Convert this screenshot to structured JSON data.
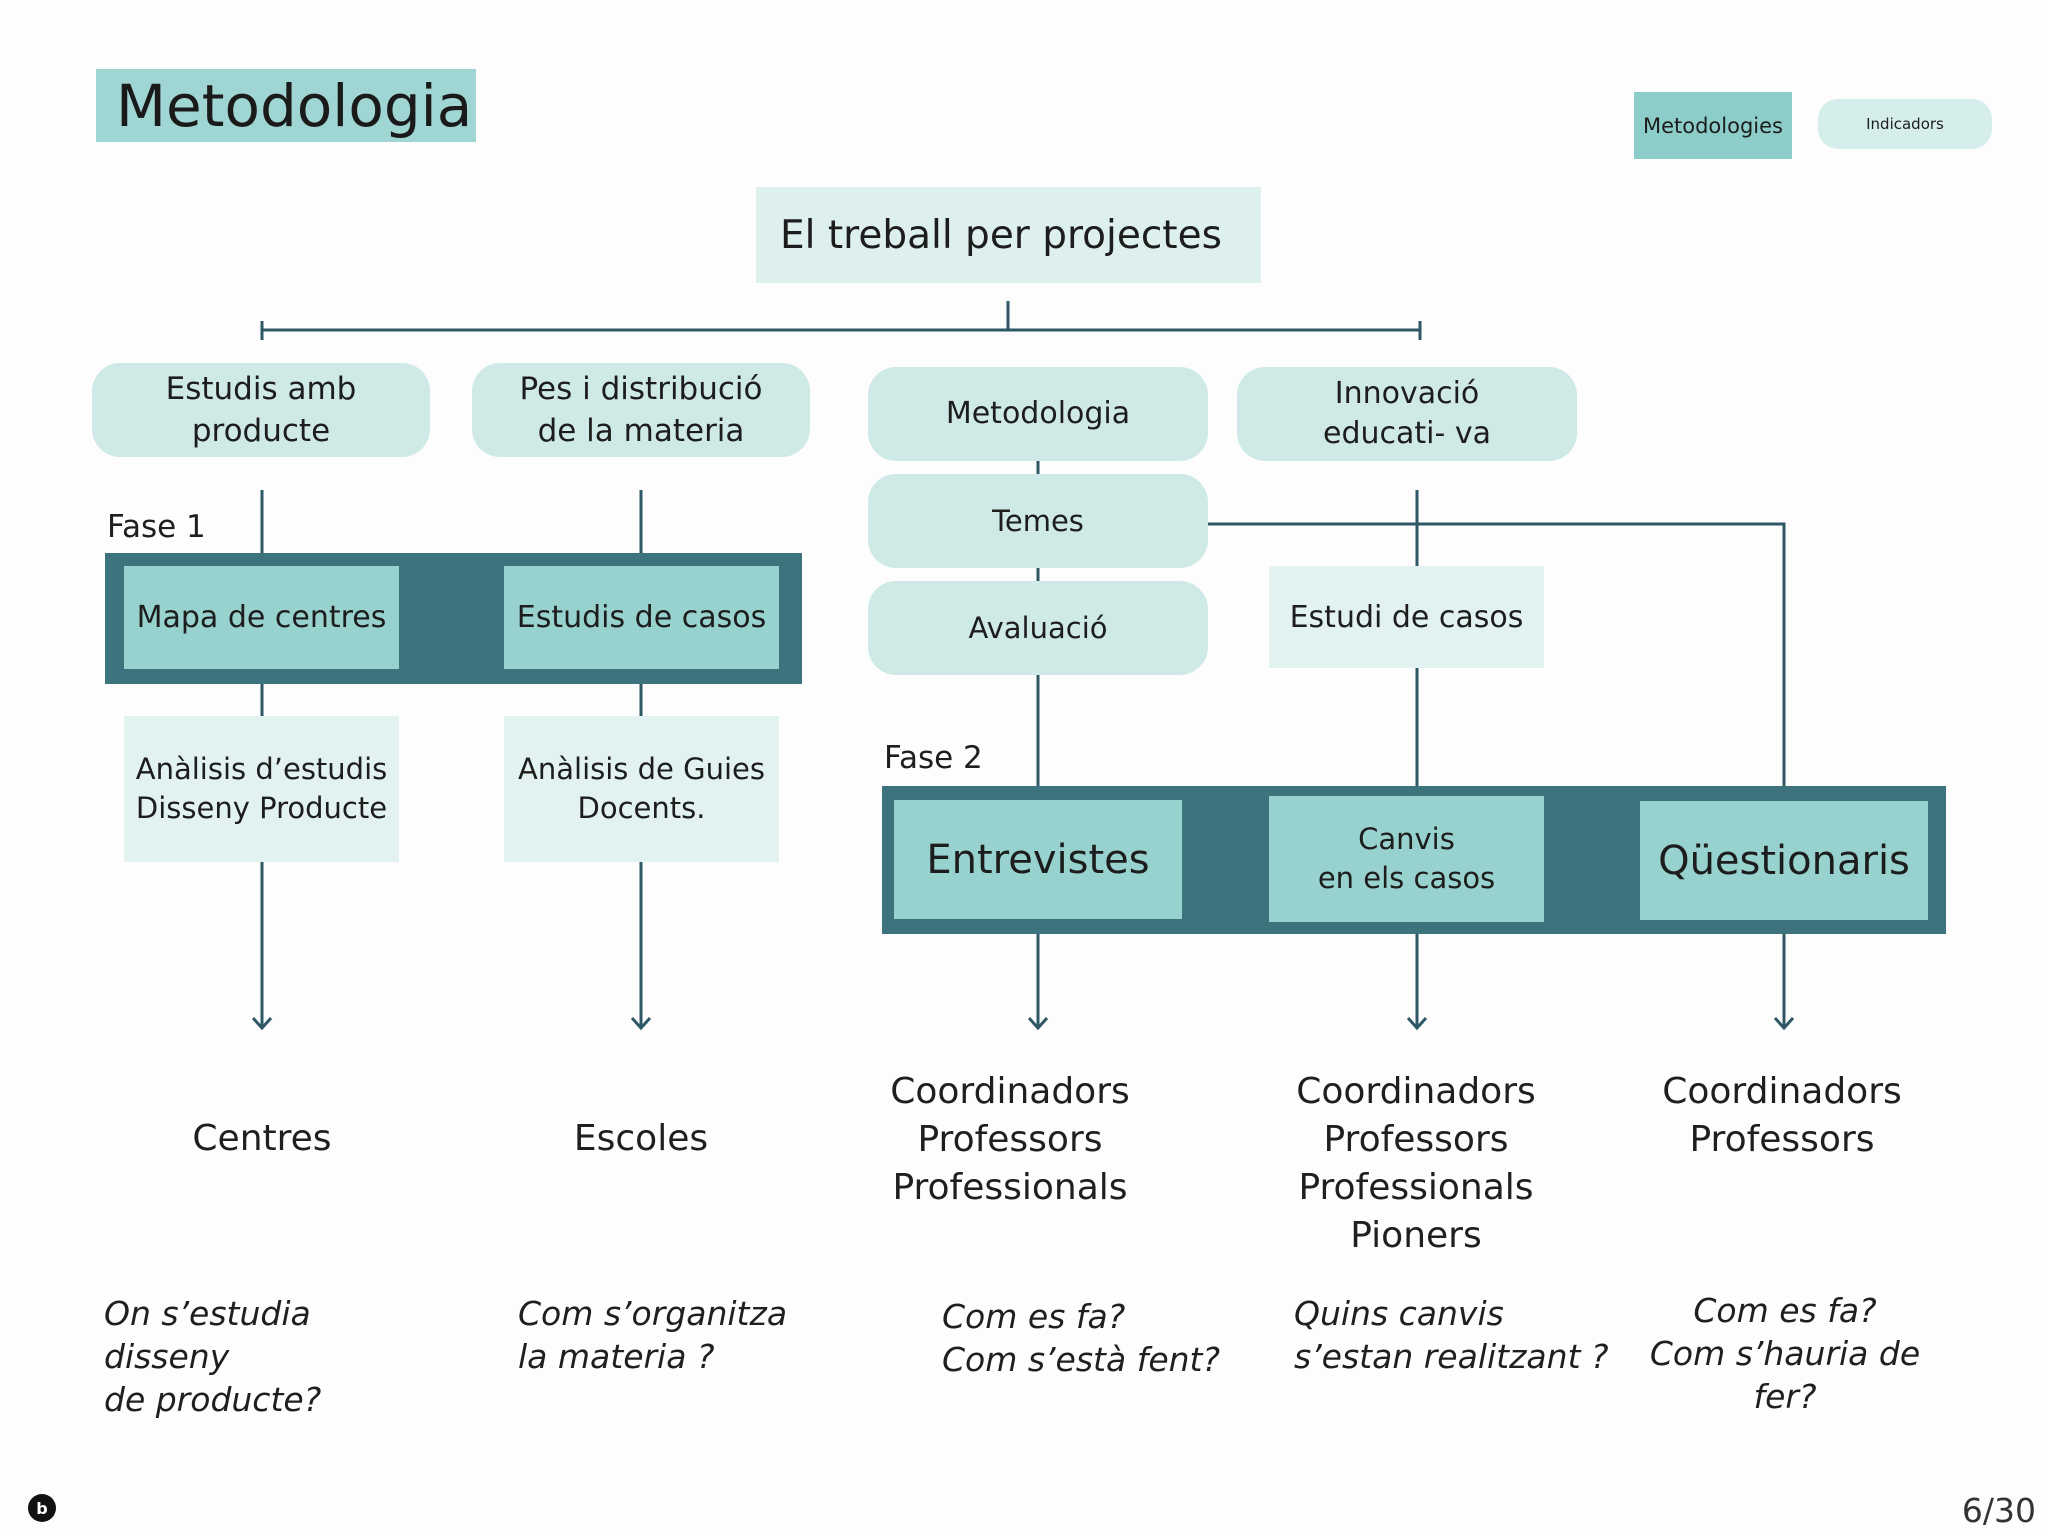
{
  "title": "Metodologia",
  "tabs": {
    "active": "Metodologies",
    "inactive": "Indicadors"
  },
  "root": "El treball per projectes",
  "categories": {
    "c1": "Estudis amb producte",
    "c2": "Pes i distribució de la materia",
    "c3": "Metodologia",
    "c4": "Innovació educati- va"
  },
  "method_pills": {
    "temes": "Temes",
    "avaluacio": "Avaluació"
  },
  "phase1": {
    "label": "Fase 1",
    "box1": "Mapa de centres",
    "box2": "Estudis de casos",
    "sub1_line1": "Anàlisis d’estudis",
    "sub1_line2": "Disseny Producte",
    "sub2_line1": "Anàlisis de Guies",
    "sub2_line2": "Docents."
  },
  "estudi_casos": "Estudi de casos",
  "phase2": {
    "label": "Fase 2",
    "box1": "Entrevistes",
    "box2_line1": "Canvis",
    "box2_line2": "en els casos",
    "box3": "Qüestionaris"
  },
  "audiences": {
    "a1": "Centres",
    "a2": "Escoles",
    "a3": [
      "Coordinadors",
      "Professors",
      "Professionals"
    ],
    "a4": [
      "Coordinadors",
      "Professors",
      "Professionals",
      "Pioners"
    ],
    "a5": [
      "Coordinadors",
      "Professors"
    ]
  },
  "questions": {
    "q1": [
      "On s’estudia disseny",
      "de producte?"
    ],
    "q2": [
      "Com s’organitza",
      "la materia ?"
    ],
    "q3": [
      "Com es fa?",
      "Com s’està fent?"
    ],
    "q4": [
      "Quins canvis",
      "s’estan realitzant ?"
    ],
    "q5": [
      "Com es fa?",
      "Com s’hauria de fer?"
    ]
  },
  "page_number": "6/30",
  "colors": {
    "dark_band": "#3d737c",
    "teal": "#97d2ce",
    "pill": "#cfeae6",
    "light": "#e1f2f0",
    "line": "#2f5866"
  }
}
